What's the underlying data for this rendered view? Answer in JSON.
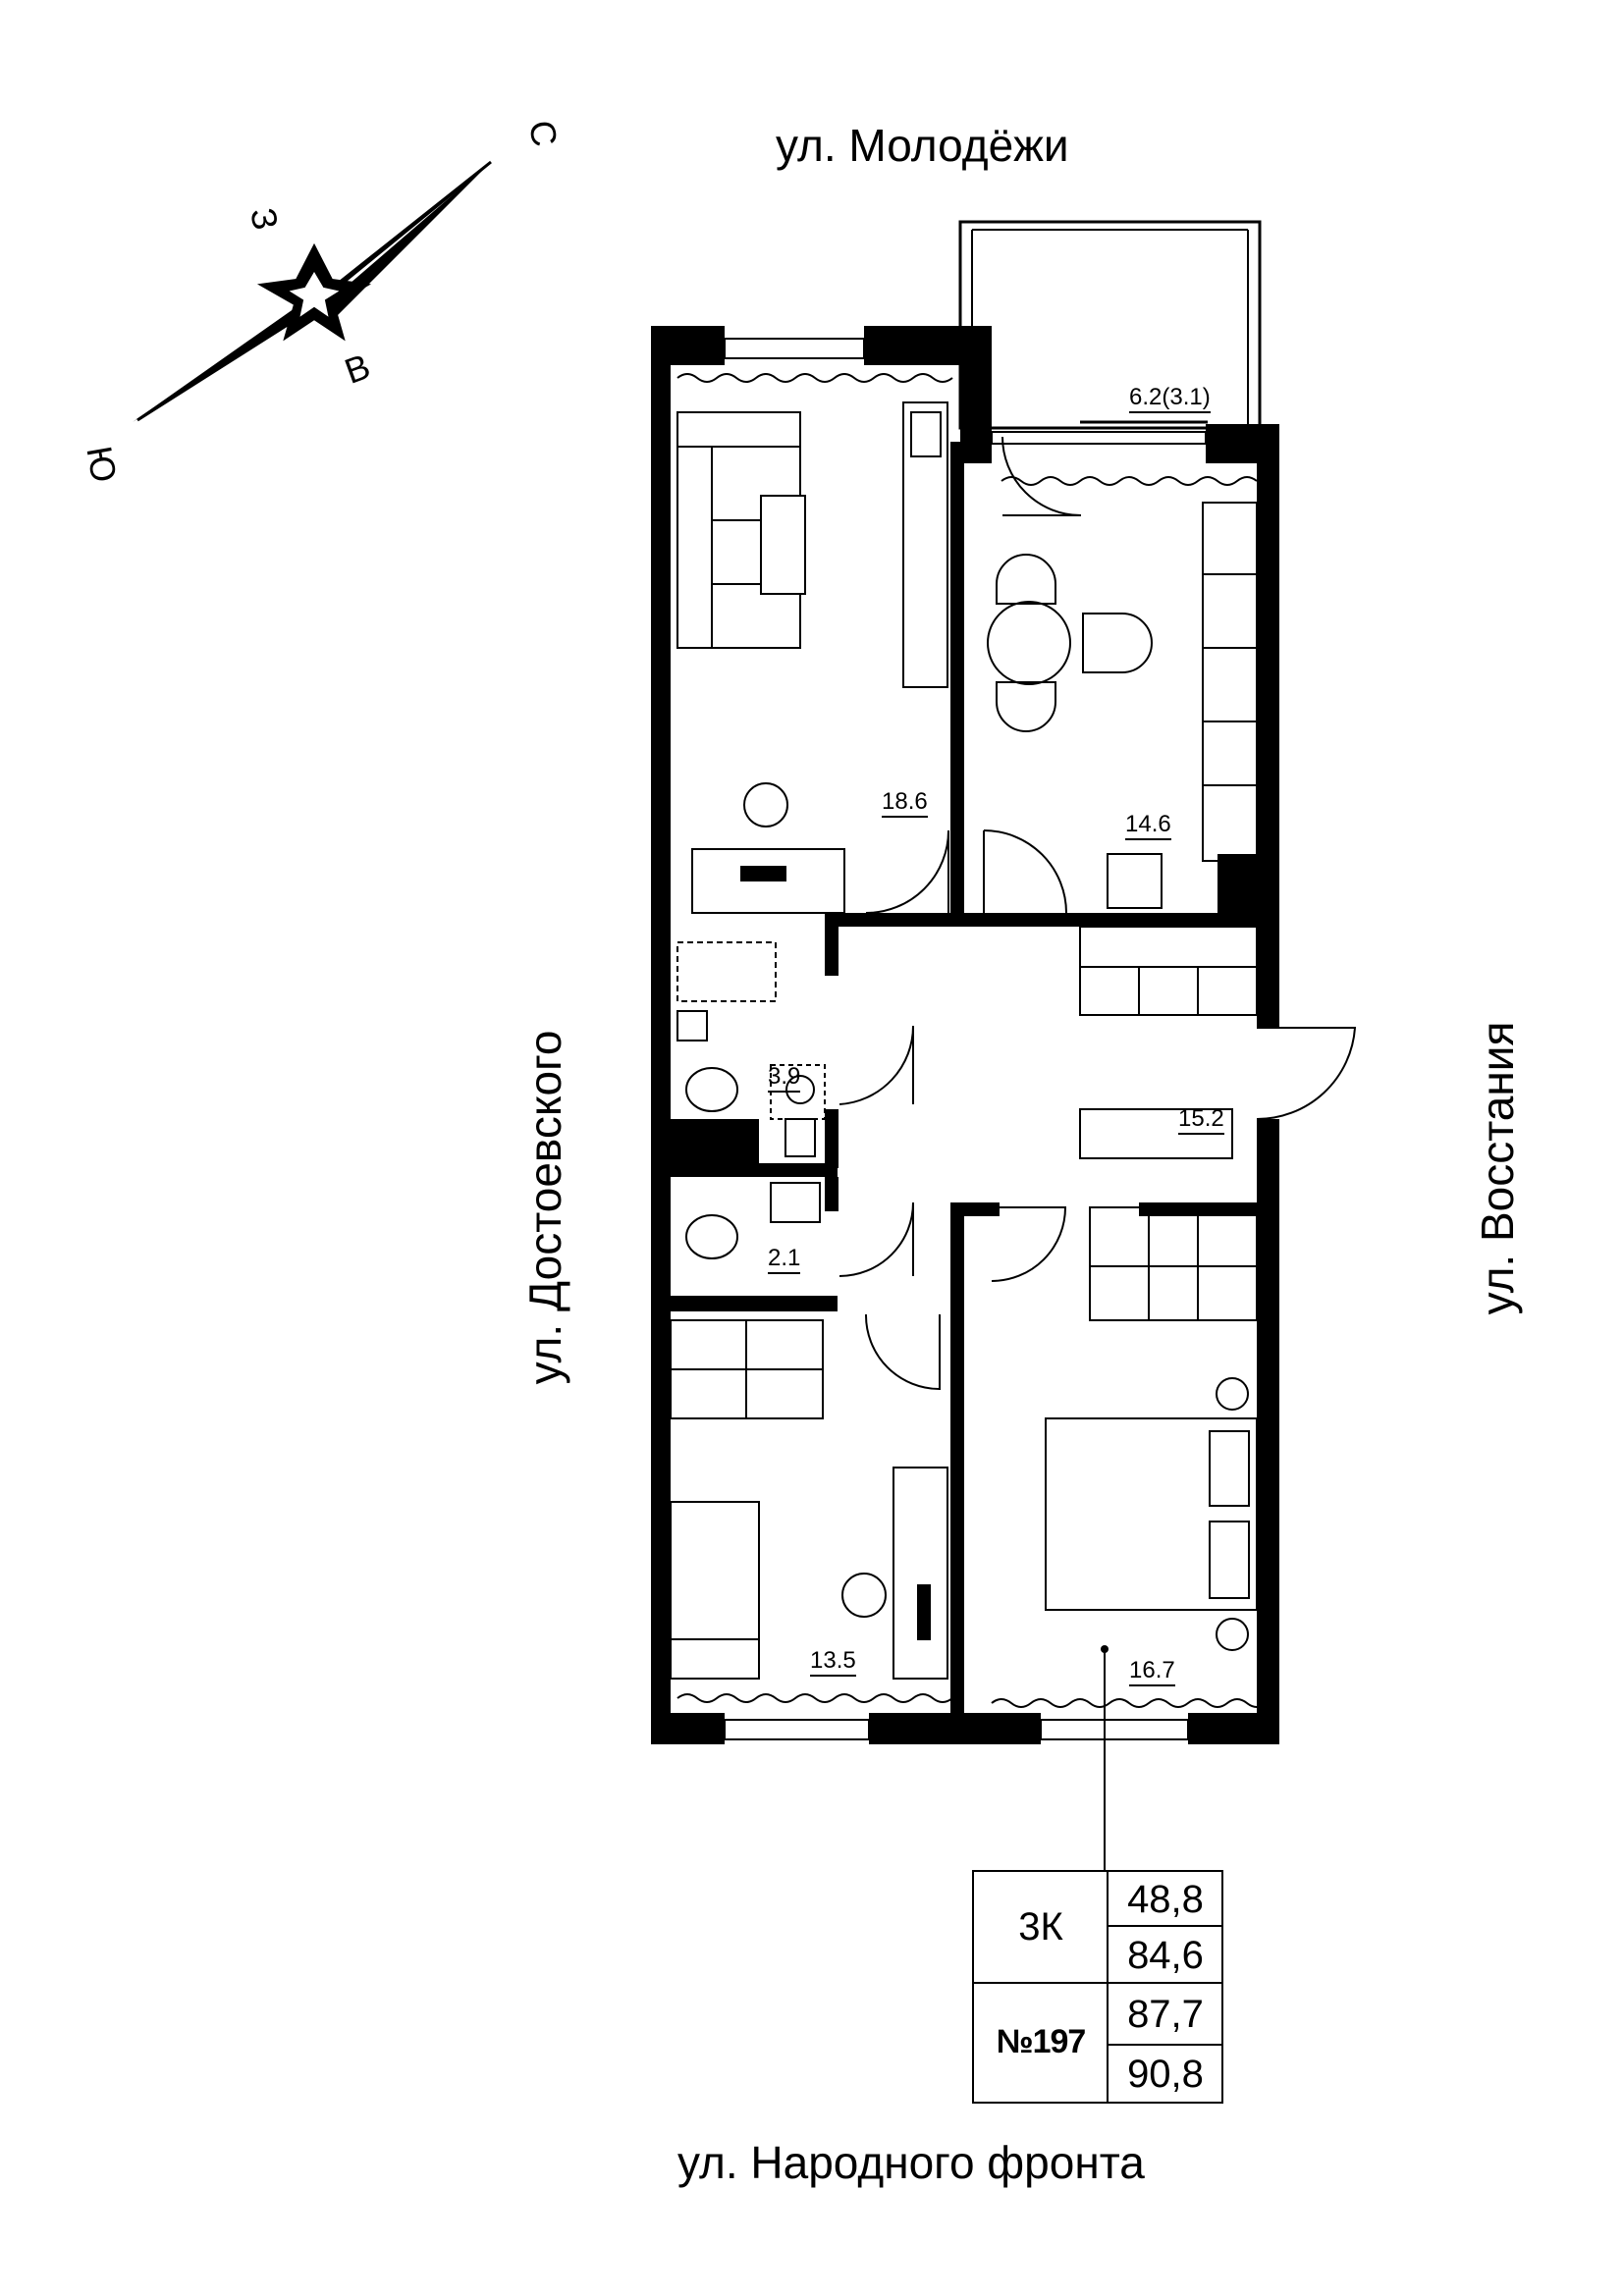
{
  "streets": {
    "top": "ул. Молодёжи",
    "bottom": "ул. Народного фронта",
    "left": "ул. Достоевского",
    "right": "ул. Восстания"
  },
  "compass": {
    "north": "С",
    "south": "Ю",
    "east": "В",
    "west": "З"
  },
  "rooms": {
    "living_room": "18.6",
    "kitchen": "14.6",
    "balcony": "6.2(3.1)",
    "bathroom": "3.9",
    "toilet": "2.1",
    "hallway": "15.2",
    "bedroom_small": "13.5",
    "bedroom_master": "16.7"
  },
  "info_table": {
    "type": "3К",
    "number": "№197",
    "area_living": "48,8",
    "area_total": "84,6",
    "area_with_balcony_reduced": "87,7",
    "area_with_balcony_full": "90,8"
  }
}
